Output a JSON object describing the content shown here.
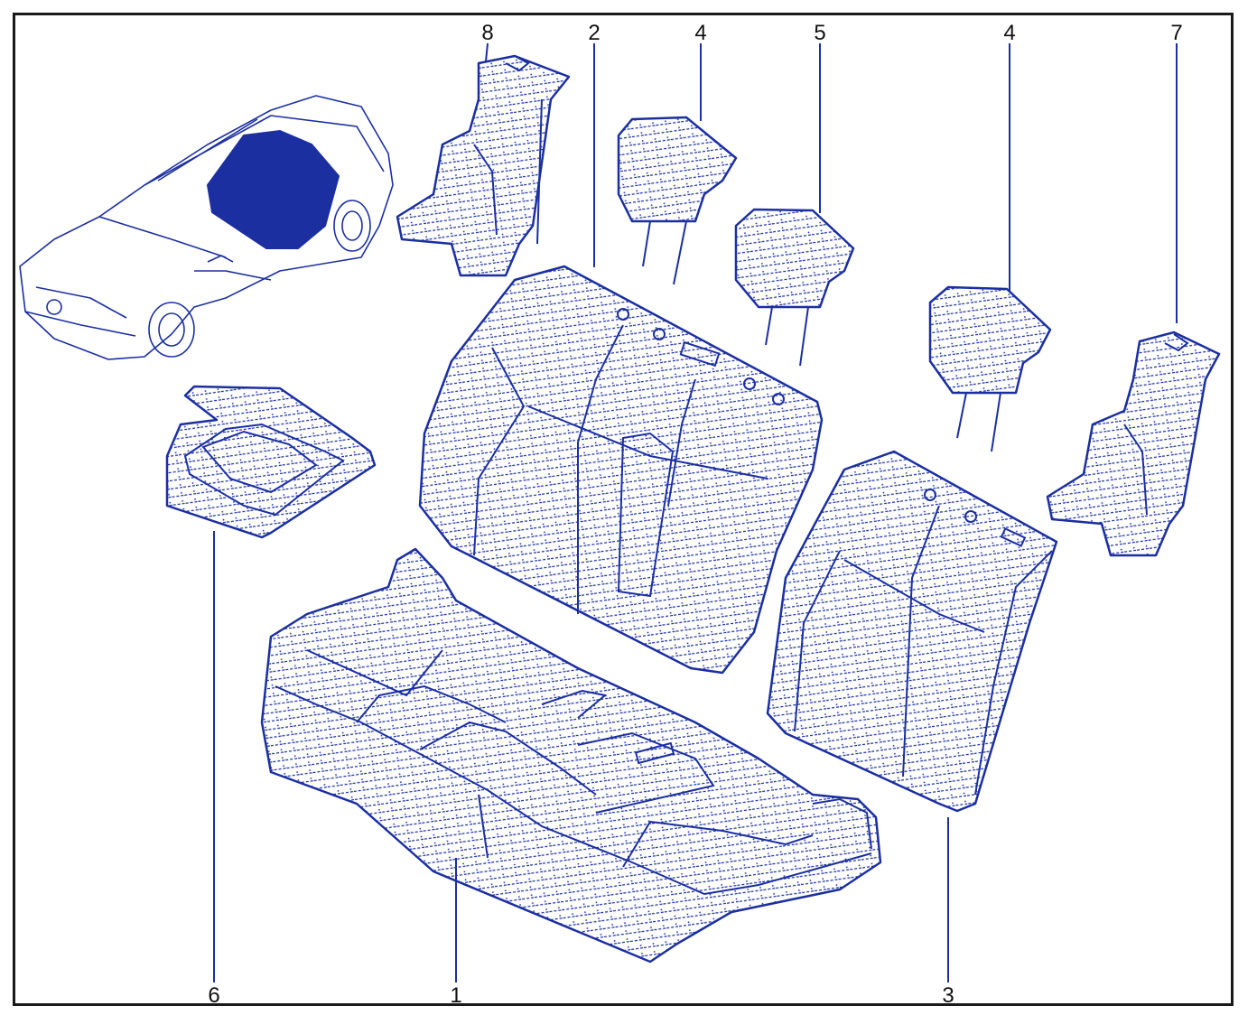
{
  "figure": {
    "callouts": [
      {
        "id": "c1",
        "label": "1"
      },
      {
        "id": "c2",
        "label": "2"
      },
      {
        "id": "c3",
        "label": "3"
      },
      {
        "id": "c4a",
        "label": "4"
      },
      {
        "id": "c4b",
        "label": "4"
      },
      {
        "id": "c5",
        "label": "5"
      },
      {
        "id": "c6",
        "label": "6"
      },
      {
        "id": "c7",
        "label": "7"
      },
      {
        "id": "c8",
        "label": "8"
      }
    ]
  },
  "colors": {
    "line": "#1b2fa0",
    "fill_pattern": "#1b2fa0",
    "frame": "#1a1a1a",
    "background": "#ffffff"
  }
}
